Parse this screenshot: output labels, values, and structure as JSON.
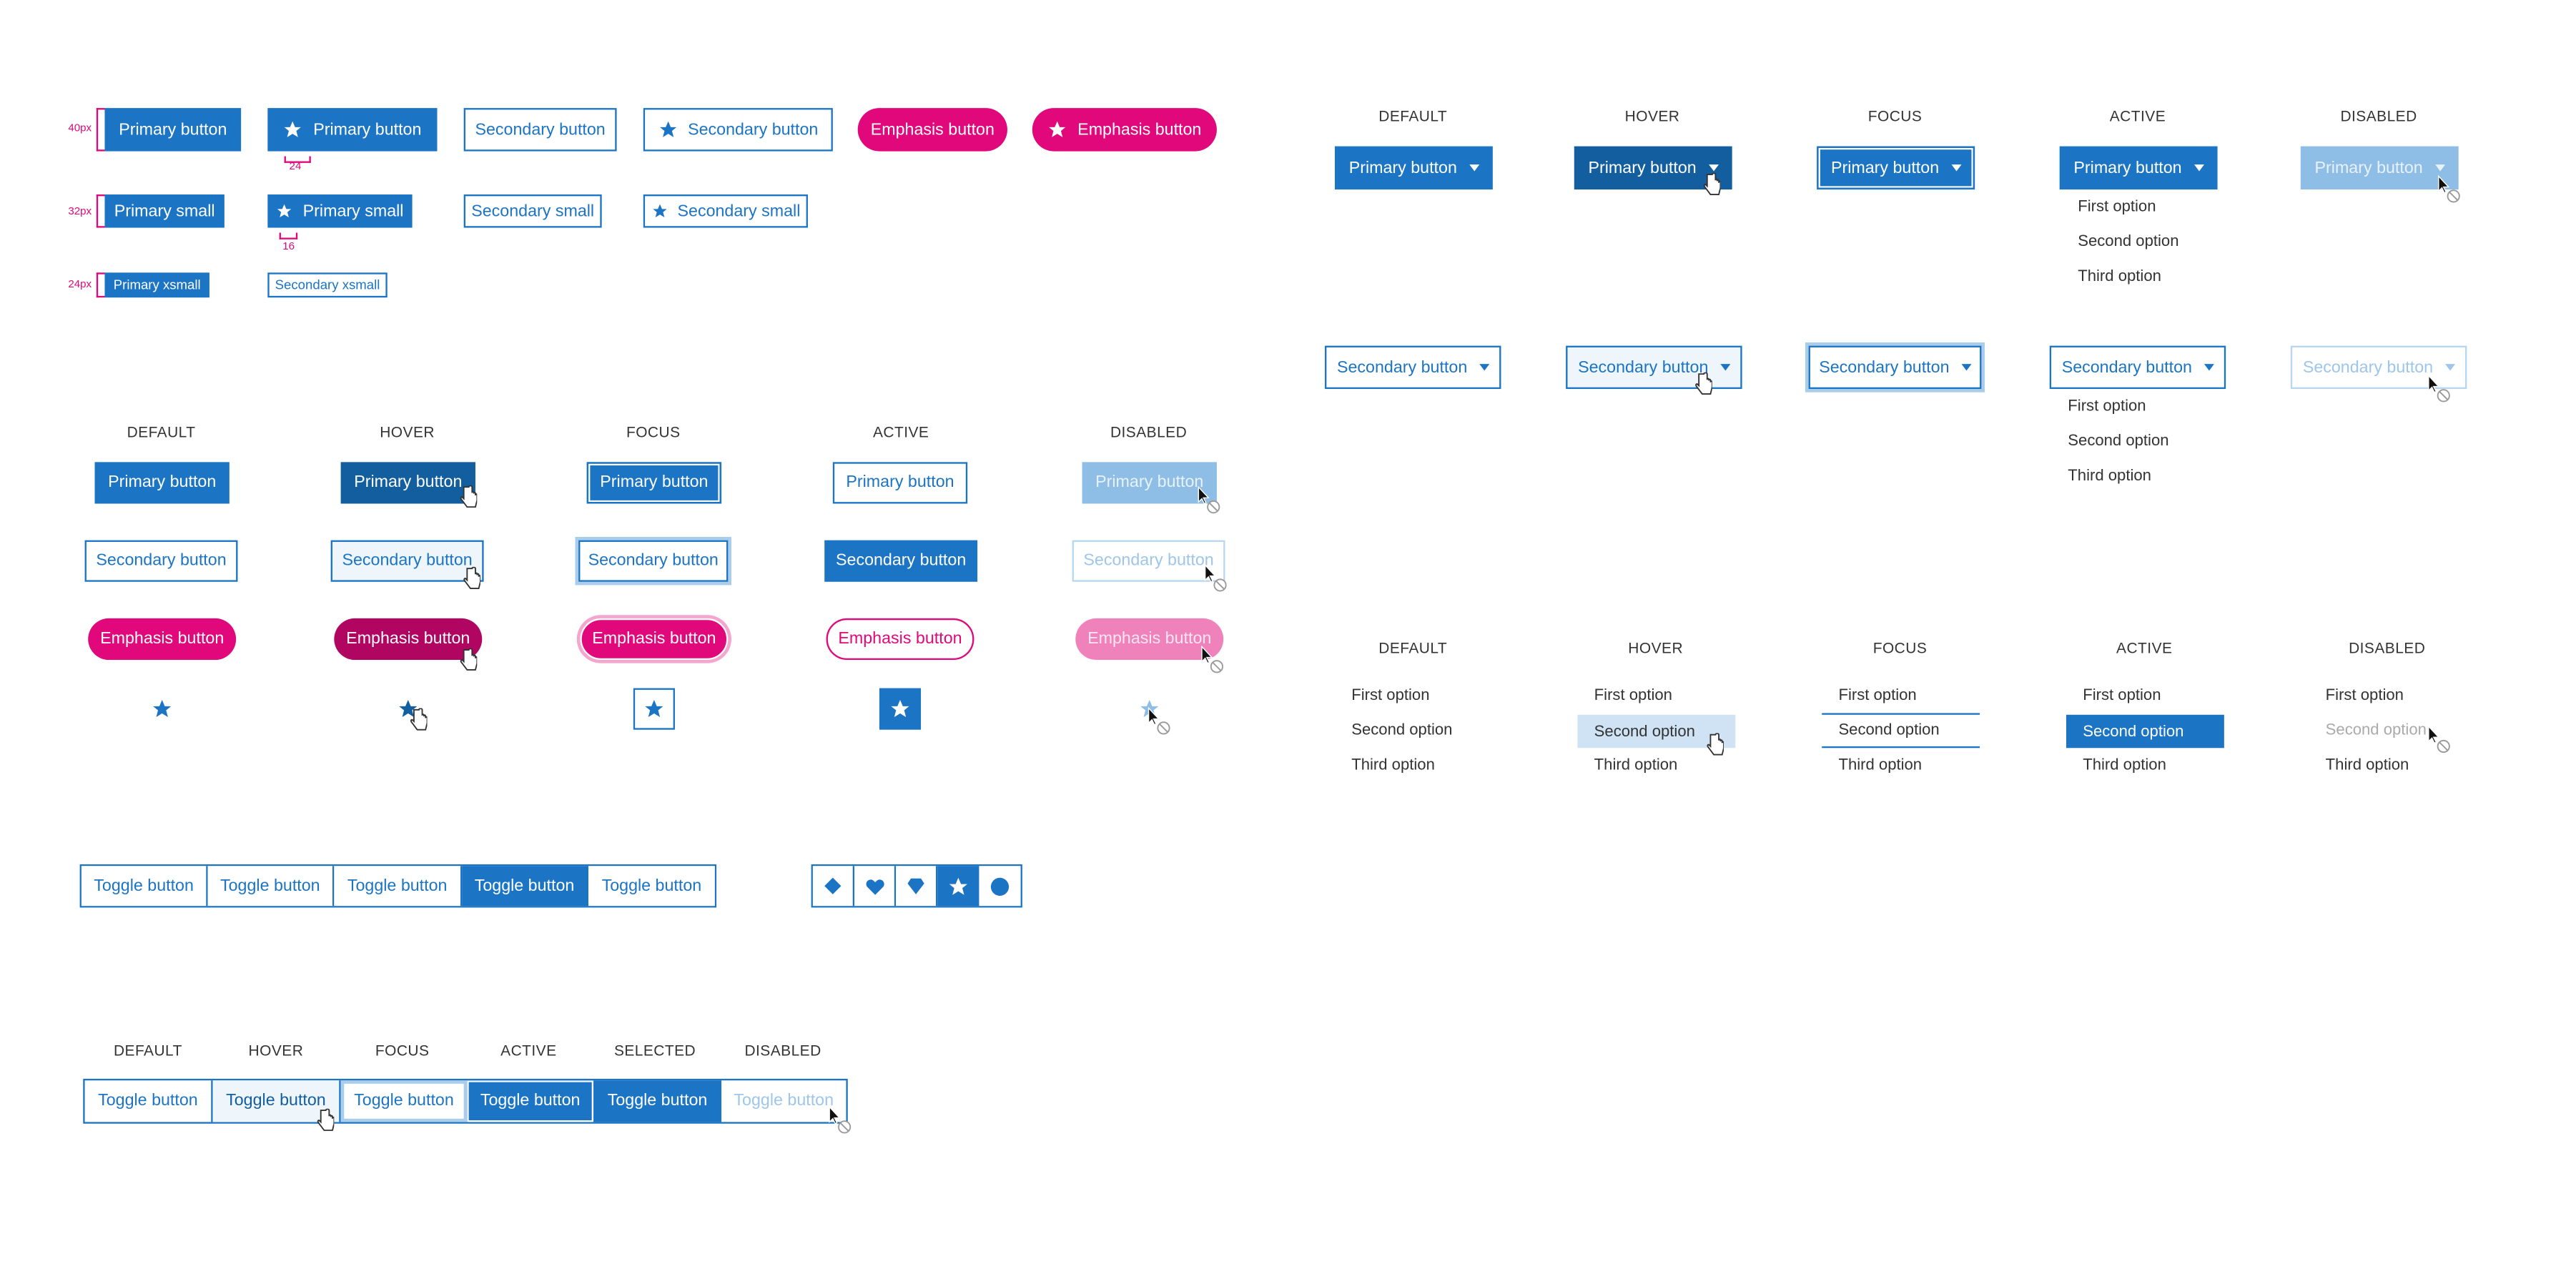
{
  "colors": {
    "primary": "#1b74c4",
    "primary_hover": "#125e9f",
    "primary_disabled": "#8ebde6",
    "emphasis": "#e0087a",
    "emphasis_hover": "#b00561",
    "emphasis_disabled": "#f082bb"
  },
  "icons": [
    "star-icon",
    "caret-down-icon",
    "hand-cursor-icon",
    "arrow-cursor-icon",
    "not-allowed-icon",
    "diamond-icon",
    "heart-icon",
    "gem-icon",
    "circle-icon"
  ],
  "sizes": {
    "label_40": "40px",
    "label_32": "32px",
    "label_24": "24px",
    "icon_gap_24": "24",
    "icon_gap_16": "16",
    "primary": "Primary button",
    "primary_icon": "Primary button",
    "secondary": "Secondary button",
    "secondary_icon": "Secondary button",
    "emphasis": "Emphasis button",
    "emphasis_icon": "Emphasis button",
    "primary_small": "Primary small",
    "primary_small_icon": "Primary small",
    "secondary_small": "Secondary small",
    "secondary_small_icon": "Secondary small",
    "primary_xsmall": "Primary xsmall",
    "secondary_xsmall": "Secondary xsmall"
  },
  "states": {
    "default": "DEFAULT",
    "hover": "HOVER",
    "focus": "FOCUS",
    "active": "ACTIVE",
    "disabled": "DISABLED",
    "selected": "SELECTED"
  },
  "button_states": {
    "primary": "Primary button",
    "secondary": "Secondary button",
    "emphasis": "Emphasis button"
  },
  "dropdown": {
    "primary": "Primary button",
    "secondary": "Secondary button",
    "options": [
      "First option",
      "Second option",
      "Third option"
    ]
  },
  "menu": {
    "options": [
      "First option",
      "Second option",
      "Third option"
    ]
  },
  "toggle_group": {
    "items": [
      "Toggle button",
      "Toggle button",
      "Toggle button",
      "Toggle button",
      "Toggle button"
    ],
    "selected_index": 3
  },
  "icon_toggle": {
    "items": [
      "diamond-icon",
      "heart-icon",
      "gem-icon",
      "star-icon",
      "circle-icon"
    ],
    "selected_index": 3
  },
  "toggle_states": {
    "label": "Toggle button"
  }
}
